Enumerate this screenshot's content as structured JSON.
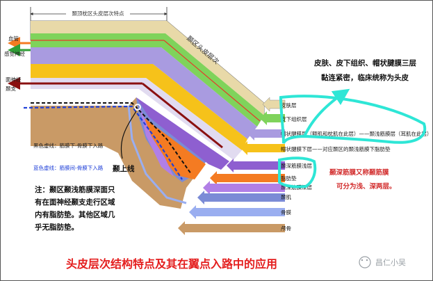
{
  "header": {
    "top_label": "颞顶枕区头皮层次特点"
  },
  "diagram": {
    "side_label": "颞区头皮层次"
  },
  "left_labels": {
    "vessel_orange": "血管",
    "nerve_green": "感觉神经",
    "facial_nerve": "面神经",
    "temporal_branch": "颞支"
  },
  "lines": {
    "black_dash": "黑色虚线：筋膜下-骨膜下入路",
    "blue_dash": "蓝色虚线：筋膜间-骨膜下入路",
    "temporal_line": "颞上线"
  },
  "layers": {
    "skin": "皮肤层",
    "subcutaneous": "皮下组织层",
    "galea": "帽状腱膜层（额肌和枕肌在此层）——颞浅筋膜层（耳肌在此层）",
    "subgaleal": "帽状腱膜下层——对应颞区的颞浅筋膜下脂肪垫",
    "deep_fascia_superficial": "颞深筋膜浅层",
    "fat_pad": "脂肪垫",
    "deep_fascia_deep": "颞深筋膜深层",
    "temporalis": "颞肌",
    "periosteum": "骨膜",
    "bone": "颅骨"
  },
  "callouts": {
    "scalp_note_line1": "皮肤、皮下组织、帽状腱膜三层",
    "scalp_note_line2": "黏连紧密，临床统称为头皮",
    "fascia_note_line1": "颞深筋膜又称颞筋膜",
    "fascia_note_line2": "可分为浅、深两层。"
  },
  "note": {
    "line1": "注：颞区颞浅筋膜深面只",
    "line2": "有在面神经颞支走行区域",
    "line3": "内有脂肪垫。其他区域几",
    "line4": "乎无脂肪垫。"
  },
  "footer": {
    "title": "头皮层次结构特点及其在翼点入路中的应用",
    "watermark": "昌仁小吴"
  },
  "colors": {
    "skin": "#e8d9a8",
    "subcutaneous": "#7fd35b",
    "galea": "#a99be0",
    "subgaleal": "#f6c21a",
    "deep_fascia_superficial": "#8e5fd0",
    "fat_pad": "#f47b22",
    "deep_fascia_deep": "#b17fe6",
    "temporalis": "#7b8bd6",
    "periosteum": "#9aaef0",
    "bone": "#c99a66",
    "highlight": "#2ee6d6",
    "title_red": "#e41e1e"
  }
}
